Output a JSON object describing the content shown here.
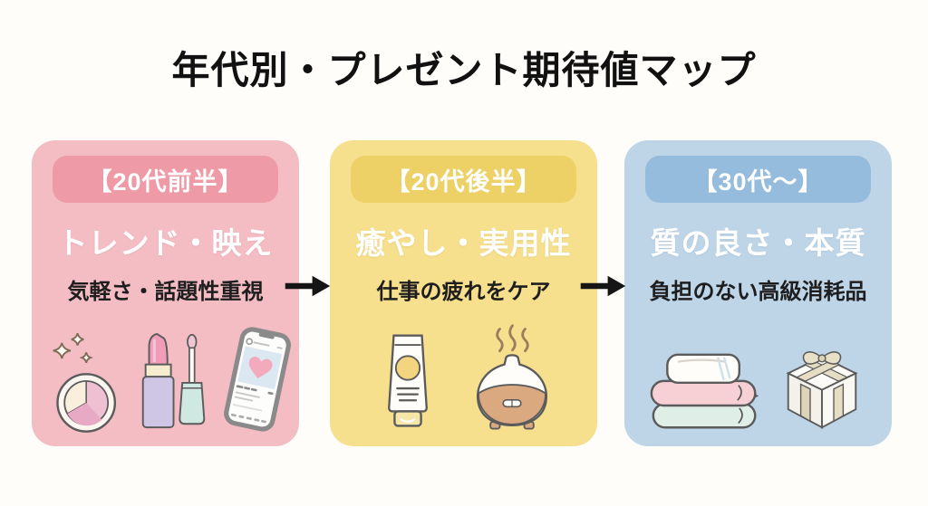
{
  "title": "年代別・プレゼント期待値マップ",
  "cards": [
    {
      "badge": "【20代前半】",
      "keyword": "トレンド・映え",
      "description": "気軽さ・話題性重視",
      "card_color": "#f4bdc4",
      "badge_color": "#ee9ba7",
      "icons": [
        "sparkles-makeup-compact",
        "lipstick",
        "lip-gloss",
        "smartphone-sns-post"
      ]
    },
    {
      "badge": "【20代後半】",
      "keyword": "癒やし・実用性",
      "description": "仕事の疲れをケア",
      "card_color": "#f6df8d",
      "badge_color": "#eed166",
      "icons": [
        "skincare-tube",
        "aroma-diffuser"
      ]
    },
    {
      "badge": "【30代〜】",
      "keyword": "質の良さ・本質",
      "description": "負担のない高級消耗品",
      "card_color": "#bed5e8",
      "badge_color": "#95bcdc",
      "icons": [
        "towel-stack",
        "gift-box"
      ]
    }
  ],
  "flow": {
    "arrow_icon": "right-arrow",
    "arrow_count": 2
  },
  "colors": {
    "background": "#fefdfa",
    "title_text": "#111111",
    "card_keyword_text": "#ffffff",
    "card_description_text": "#1e1e1e",
    "arrow": "#151515",
    "icon_outline": "#5b5b5b"
  }
}
